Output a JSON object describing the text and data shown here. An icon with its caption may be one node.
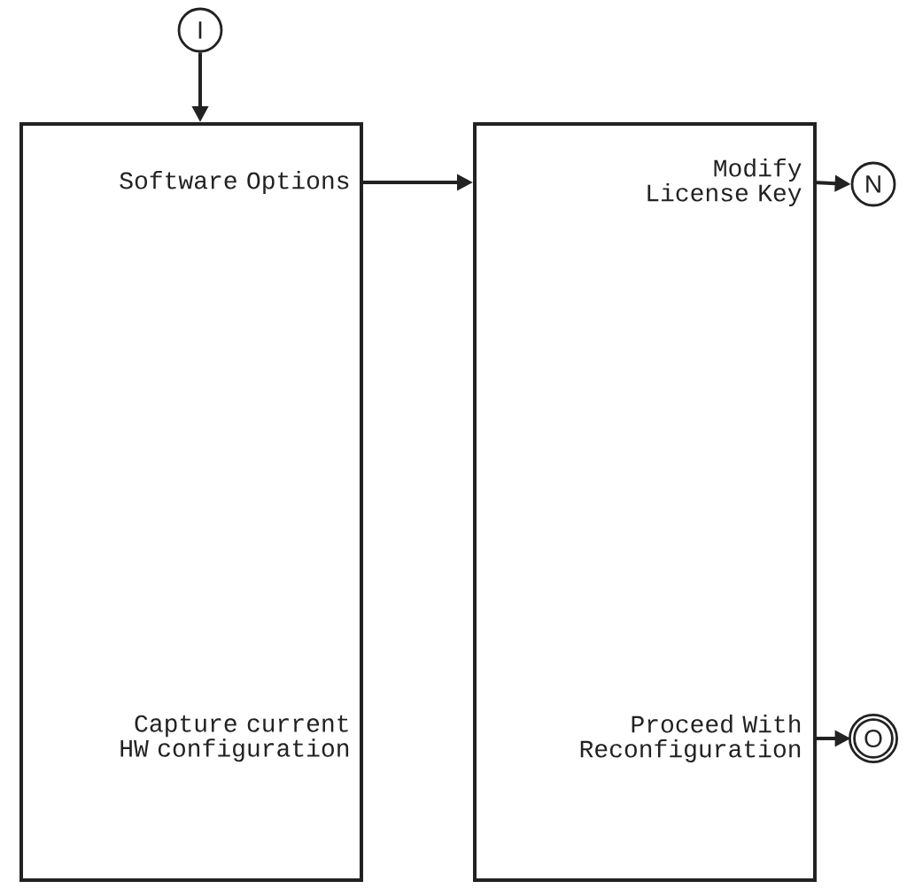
{
  "diagram": {
    "nodes": [
      {
        "text": [
          "I"
        ]
      },
      {
        "text": [],
        "shape": "box"
      },
      {
        "text": [
          "Software Options"
        ],
        "in": 1
      },
      {
        "text": [
          "Capture current HW configuration"
        ],
        "in": 1
      },
      {
        "text": [],
        "shape": "box"
      },
      {
        "text": [
          "Modify License Key"
        ],
        "in": 4
      },
      {
        "text": [
          "Proceed With Reconfiguration"
        ],
        "in": 4
      },
      {
        "text": [
          "N"
        ]
      },
      {
        "text": [
          "O"
        ]
      }
    ],
    "edges": [
      {
        "from": 0,
        "to": 1,
        "arrow": "to"
      },
      {
        "from": 2,
        "to": 4,
        "arrow": "to"
      },
      {
        "from": 5,
        "to": 7,
        "arrow": "to"
      },
      {
        "from": 6,
        "to": 8,
        "arrow": "to"
      }
    ]
  }
}
